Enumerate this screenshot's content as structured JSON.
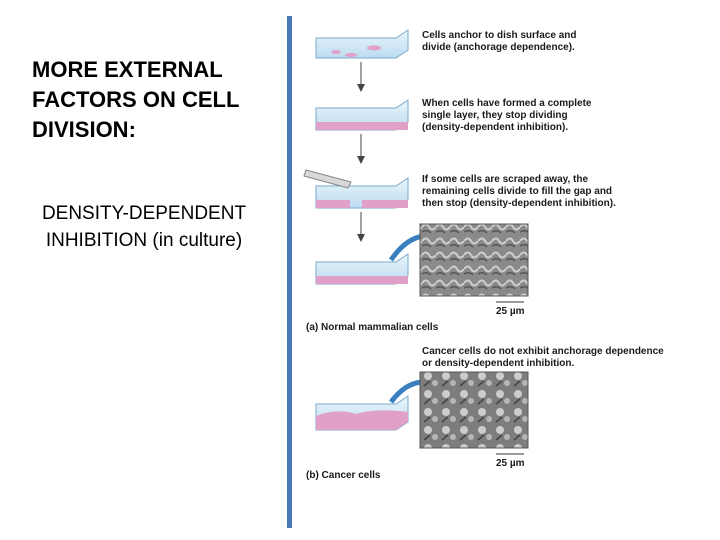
{
  "slide": {
    "title": "MORE EXTERNAL FACTORS ON CELL DIVISION:",
    "subtitle": "DENSITY-DEPENDENT INHIBITION (in culture)"
  },
  "figure": {
    "captions": [
      [
        "Cells anchor to dish surface and",
        "divide (anchorage dependence)."
      ],
      [
        "When cells have formed a complete",
        "single layer, they stop dividing",
        "(density-dependent inhibition)."
      ],
      [
        "If some cells are scraped away, the",
        "remaining cells divide to fill the gap and",
        "then stop (density-dependent inhibition)."
      ]
    ],
    "panel_a": "(a) Normal mammalian cells",
    "panel_b": "(b) Cancer cells",
    "cancer_caption": [
      "Cancer cells do not exhibit anchorage dependence",
      "or density-dependent inhibition."
    ],
    "scale_a": "25 µm",
    "scale_b": "25 µm"
  },
  "colors": {
    "divider": "#4a79b7",
    "dish_glass": "#cfe6f5",
    "cells": "#e0a0c8",
    "arrow": "#3a7fc0"
  }
}
